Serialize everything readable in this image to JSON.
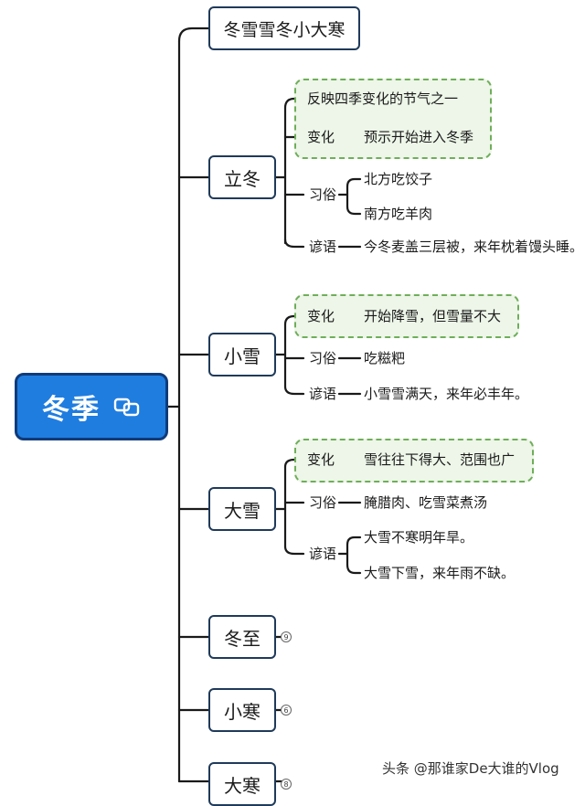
{
  "root": {
    "label": "冬季"
  },
  "header_term": "冬雪雪冬小大寒",
  "lidong": {
    "label": "立冬",
    "reflect": "反映四季变化的节气之一",
    "change_key": "变化",
    "change_val": "预示开始进入冬季",
    "custom_key": "习俗",
    "custom_north": "北方吃饺子",
    "custom_south": "南方吃羊肉",
    "proverb_key": "谚语",
    "proverb_val": "今冬麦盖三层被，来年枕着馒头睡。"
  },
  "xiaoxue": {
    "label": "小雪",
    "change_key": "变化",
    "change_val": "开始降雪，但雪量不大",
    "custom_key": "习俗",
    "custom_val": "吃糍粑",
    "proverb_key": "谚语",
    "proverb_val": "小雪雪满天，来年必丰年。"
  },
  "daxue": {
    "label": "大雪",
    "change_key": "变化",
    "change_val": "雪往往下得大、范围也广",
    "custom_key": "习俗",
    "custom_val": "腌腊肉、吃雪菜煮汤",
    "proverb_key": "谚语",
    "proverb_1": "大雪不寒明年旱。",
    "proverb_2": "大雪下雪，来年雨不缺。"
  },
  "dongzhi": {
    "label": "冬至",
    "count": "9"
  },
  "xiaohan": {
    "label": "小寒",
    "count": "6"
  },
  "dahan": {
    "label": "大寒",
    "count": "8"
  },
  "watermark": "头条 @那谁家De大谁的Vlog"
}
